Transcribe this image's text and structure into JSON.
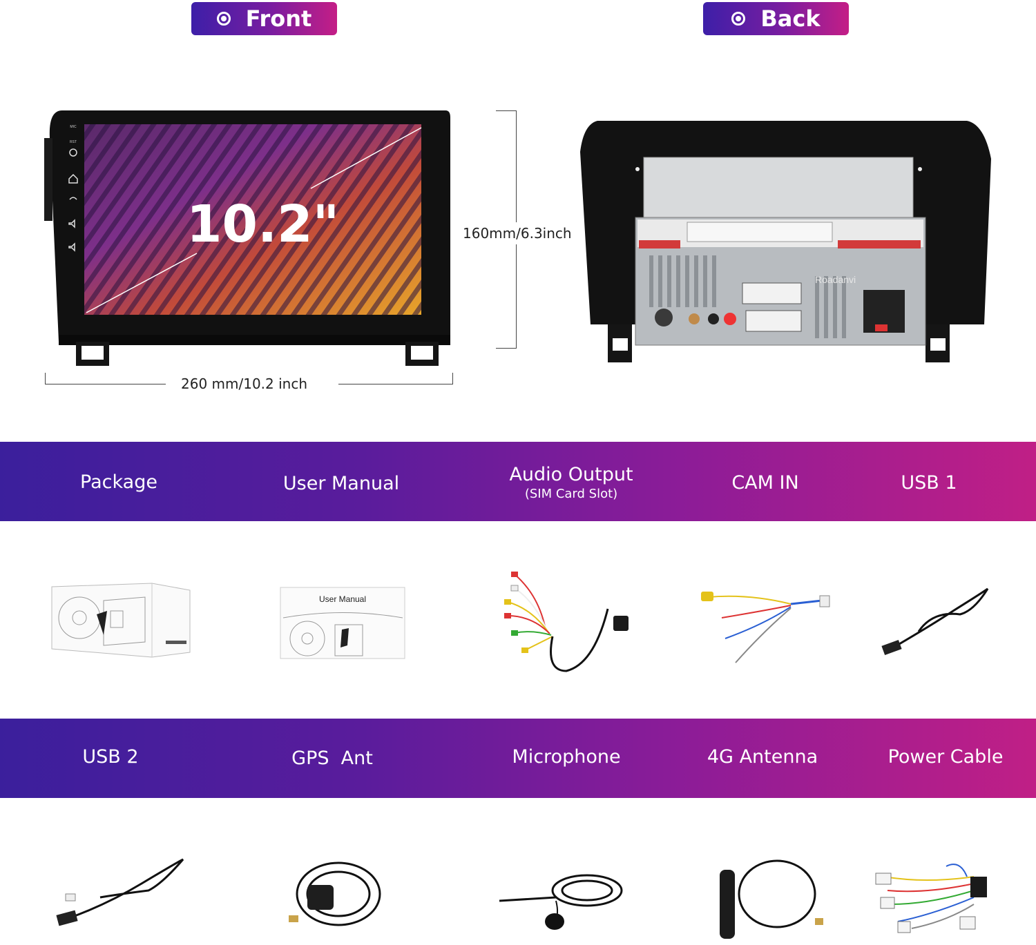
{
  "header": {
    "front_label": "Front",
    "back_label": "Back"
  },
  "dimensions": {
    "width_text": "260 mm/10.2 inch",
    "height_text": "160mm/6.3inch",
    "screen_size": "10.2\""
  },
  "front_unit": {
    "side_buttons": [
      "MIC",
      "RST"
    ]
  },
  "back_unit": {
    "brand_mark": "Roadanvi"
  },
  "accessories_row1": [
    {
      "label": "Package",
      "sub": ""
    },
    {
      "label": "User Manual",
      "sub": ""
    },
    {
      "label": "Audio Output",
      "sub": "(SIM Card Slot)"
    },
    {
      "label": "CAM IN",
      "sub": ""
    },
    {
      "label": "USB 1",
      "sub": ""
    }
  ],
  "accessories_row2": [
    {
      "label": "USB 2",
      "sub": ""
    },
    {
      "label": "GPS  Ant",
      "sub": ""
    },
    {
      "label": "Microphone",
      "sub": ""
    },
    {
      "label": "4G Antenna",
      "sub": ""
    },
    {
      "label": "Power Cable",
      "sub": ""
    }
  ],
  "manual_cover_text": "User Manual",
  "colors": {
    "gradient_start": "#3b1f9c",
    "gradient_end": "#c01f86"
  }
}
